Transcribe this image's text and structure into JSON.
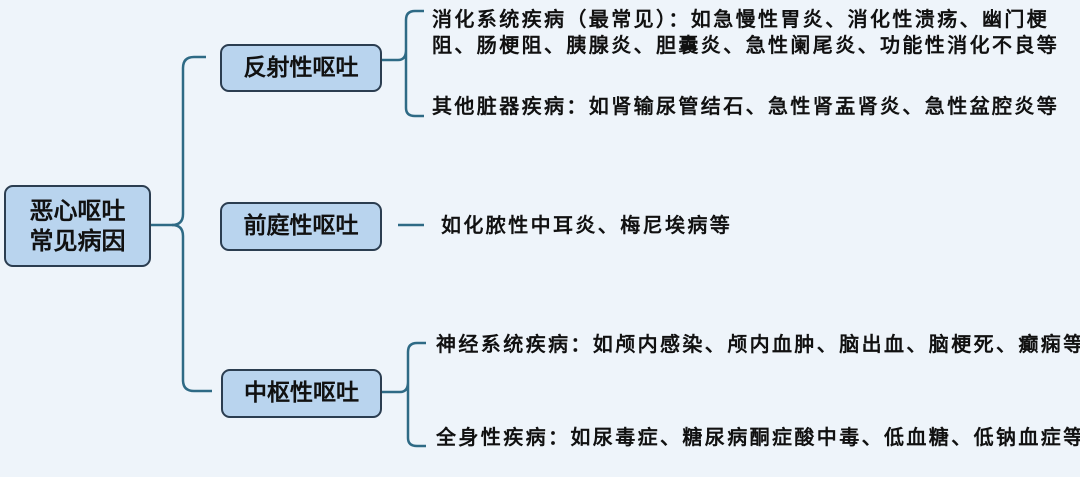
{
  "root": {
    "line1": "恶心呕吐",
    "line2": "常见病因"
  },
  "branches": [
    {
      "label": "反射性呕吐",
      "items": [
        "消化系统疾病（最常见）：如急慢性胃炎、消化性溃疡、幽门梗阻、肠梗阻、胰腺炎、胆囊炎、急性阑尾炎、功能性消化不良等",
        "其他脏器疾病：如肾输尿管结石、急性肾盂肾炎、急性盆腔炎等"
      ]
    },
    {
      "label": "前庭性呕吐",
      "items": [
        "如化脓性中耳炎、梅尼埃病等"
      ]
    },
    {
      "label": "中枢性呕吐",
      "items": [
        "神经系统疾病：如颅内感染、颅内血肿、脑出血、脑梗死、癫痫等",
        "全身性疾病：如尿毒症、糖尿病酮症酸中毒、低血糖、低钠血症等"
      ]
    }
  ],
  "colors": {
    "line": "#2e6a85",
    "box_fill": "#b9d4ee",
    "box_border": "#2b3d50",
    "background": "#eef4fa"
  }
}
